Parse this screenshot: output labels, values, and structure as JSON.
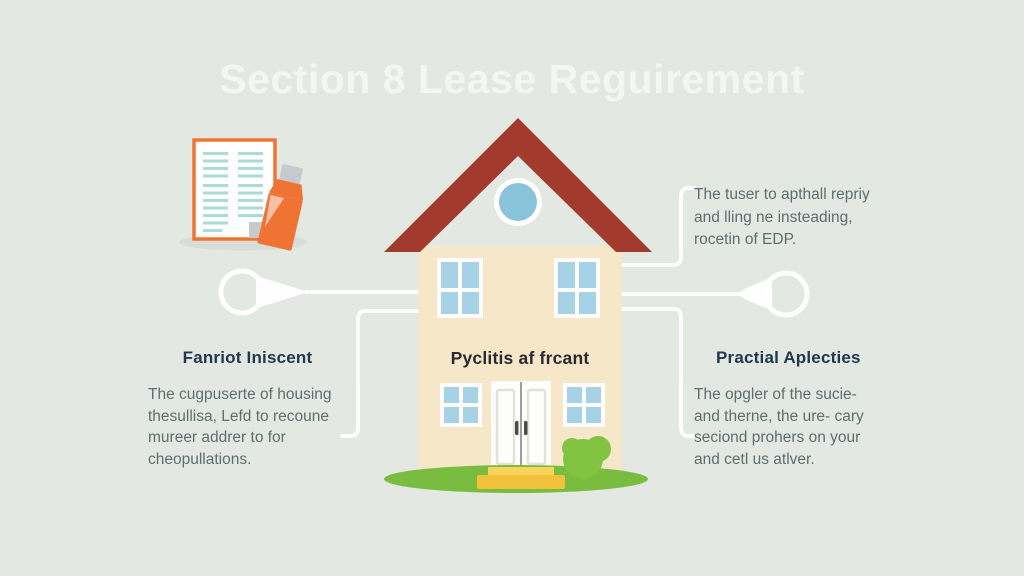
{
  "title": "Section 8 Lease Reguirement",
  "house": {
    "label": "Pyclitis af frcant"
  },
  "callouts": {
    "top_right": {
      "lines": [
        "The tuser to apthall repriy",
        "and lling ne insteading,",
        "rocetin of EDP."
      ]
    },
    "left": {
      "heading": "Fanriot Iniscent",
      "lines": [
        "The cugpuserte of housing",
        "thesullisa, Lefd to recoune",
        "mureer addrer to for",
        "cheopullations."
      ]
    },
    "right": {
      "heading": "Practial Aplecties",
      "lines": [
        "The opgler of the sucie-",
        "and therne, the ure- cary",
        "seciond prohers on your",
        "and cetl us atlver."
      ]
    }
  },
  "icons": {
    "document": "lease-document-icon",
    "pen": "pen-icon",
    "pin_left": "pointer-pin-icon",
    "pin_right": "pointer-pin-icon"
  },
  "colors": {
    "background": "#E3E8E2",
    "title_text": "#F7FAF5",
    "heading": "#22384E",
    "body_text": "#5F6E71",
    "house_label": "#2A2A33",
    "roof": "#A23A2E",
    "wall": "#F5E7C7",
    "window": "#A7D2E5",
    "circle_window": "#89C3DA",
    "door": "#FDFDFB",
    "lawn": "#79BC3F",
    "bush": "#82C341",
    "step_top": "#F9D45C",
    "step_bottom": "#F3C23C",
    "doc_orange": "#EF7434",
    "doc_line": "#A9DBD7",
    "doc_gray": "#C6CACC",
    "shadow": "#D8DDD6",
    "connector": "#FFFFFF"
  }
}
